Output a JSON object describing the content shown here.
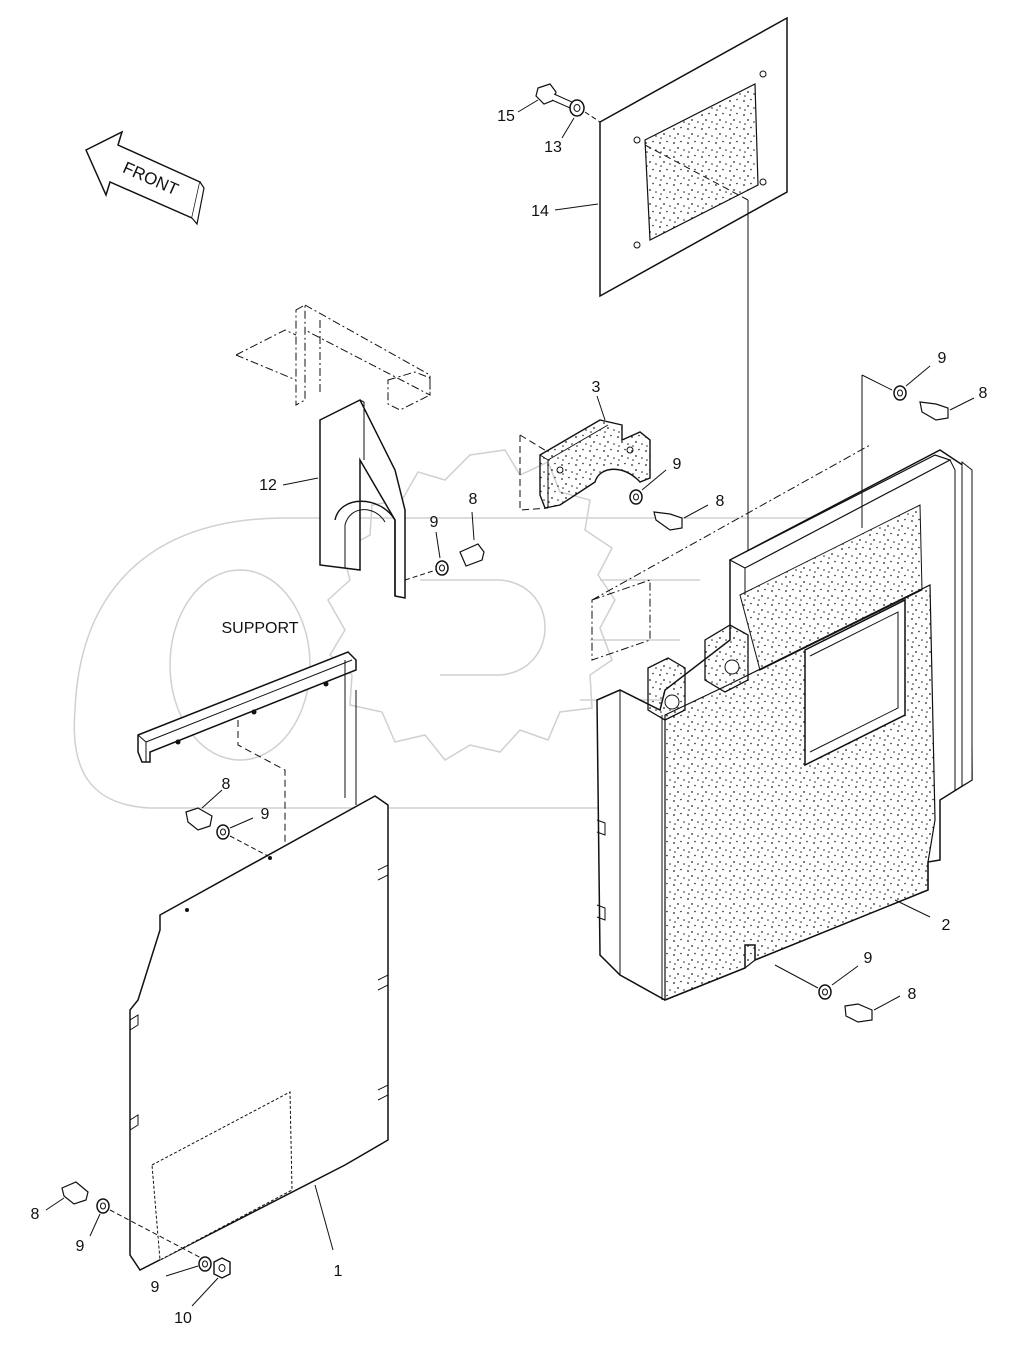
{
  "corner_code": "",
  "direction_label": "FRONT",
  "support_label": "SUPPORT",
  "watermark_text": "OPEX",
  "callouts": {
    "c1": "1",
    "c2": "2",
    "c3": "3",
    "c8a": "8",
    "c8b": "8",
    "c8c": "8",
    "c8d": "8",
    "c8e": "8",
    "c8f": "8",
    "c9a": "9",
    "c9b": "9",
    "c9c": "9",
    "c9d": "9",
    "c9e": "9",
    "c9f": "9",
    "c9g": "9",
    "c10": "10",
    "c12": "12",
    "c13": "13",
    "c14": "14",
    "c15": "15"
  },
  "colors": {
    "line": "#111111",
    "watermark": "#d0d0d0",
    "stipple": "#222222"
  }
}
